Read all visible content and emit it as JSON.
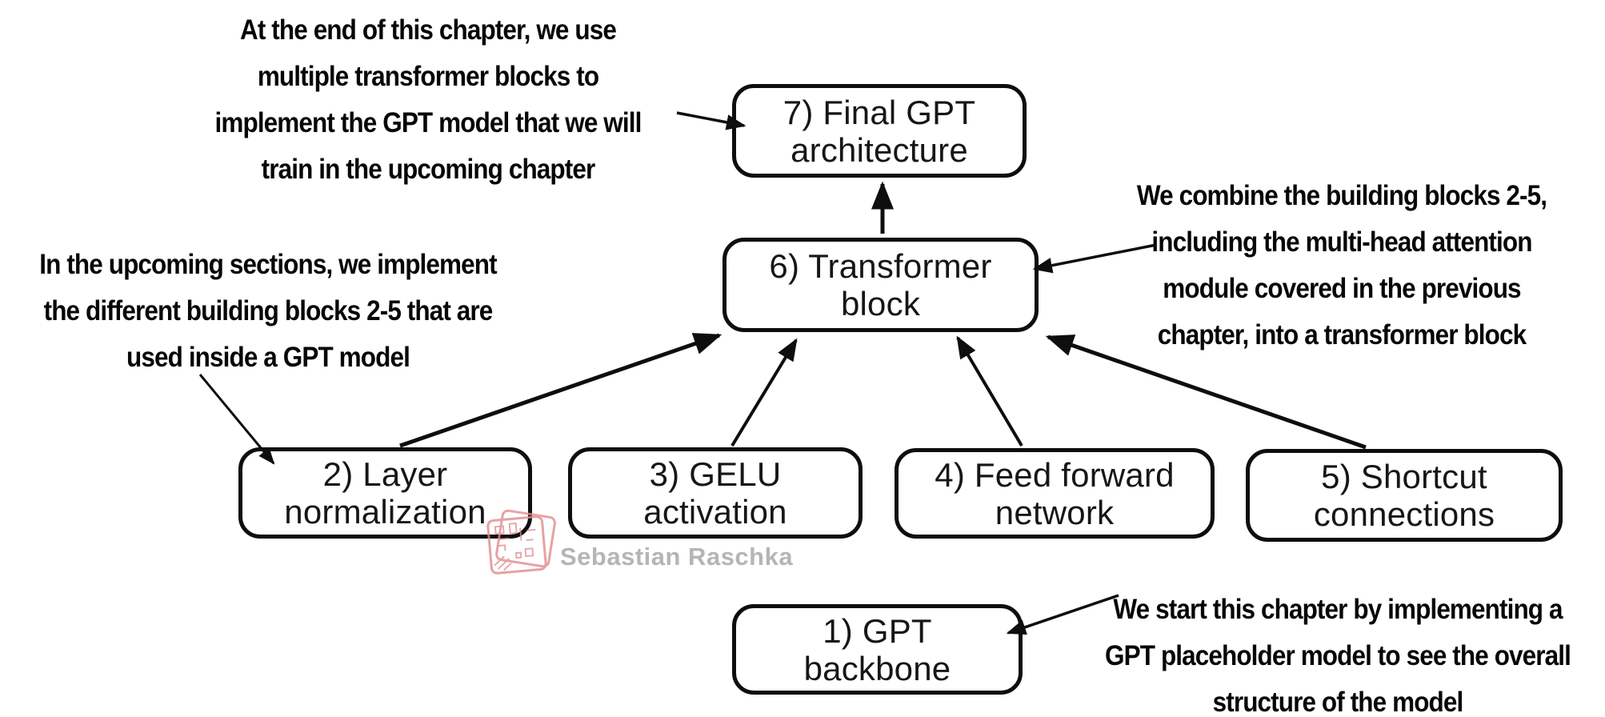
{
  "diagram": {
    "title_context": "GPT model building blocks diagram",
    "boxes": {
      "final_gpt": {
        "line1": "7) Final GPT",
        "line2": "architecture"
      },
      "transformer_block": {
        "line1": "6) Transformer",
        "line2": "block"
      },
      "layer_norm": {
        "line1": "2) Layer",
        "line2": "normalization"
      },
      "gelu": {
        "line1": "3) GELU",
        "line2": "activation"
      },
      "feed_forward": {
        "line1": "4) Feed forward",
        "line2": "network"
      },
      "shortcut": {
        "line1": "5) Shortcut",
        "line2": "connections"
      },
      "gpt_backbone": {
        "line1": "1) GPT",
        "line2": "backbone"
      }
    },
    "annotations": {
      "top_left": {
        "lines": [
          "At the end of this chapter, we use",
          "multiple transformer blocks to",
          "implement the GPT model that we will",
          "train in the upcoming chapter"
        ]
      },
      "left": {
        "lines": [
          "In the upcoming sections, we implement",
          "the different building blocks 2-5 that are",
          "used inside a GPT model"
        ]
      },
      "right": {
        "lines": [
          "We combine the building blocks 2-5,",
          "including the multi-head attention",
          "module covered in the previous",
          "chapter, into a transformer block"
        ]
      },
      "bottom_right": {
        "lines": [
          "We start this chapter by implementing a",
          "GPT placeholder model to see the overall",
          "structure of the model"
        ]
      }
    },
    "connections": [
      {
        "from": "transformer_block",
        "to": "final_gpt"
      },
      {
        "from": "layer_norm",
        "to": "transformer_block"
      },
      {
        "from": "gelu",
        "to": "transformer_block"
      },
      {
        "from": "feed_forward",
        "to": "transformer_block"
      },
      {
        "from": "shortcut",
        "to": "transformer_block"
      },
      {
        "from": "annotation_top_left",
        "to": "final_gpt"
      },
      {
        "from": "annotation_right",
        "to": "transformer_block"
      },
      {
        "from": "annotation_left",
        "to": "layer_norm"
      },
      {
        "from": "annotation_bottom_right",
        "to": "gpt_backbone"
      }
    ],
    "watermark": {
      "text": "Sebastian Raschka"
    },
    "colors": {
      "ink": "#0e0e0e",
      "background": "#ffffff",
      "watermark_text": "#b5b5b5",
      "watermark_logo": "#e08b8b"
    }
  }
}
